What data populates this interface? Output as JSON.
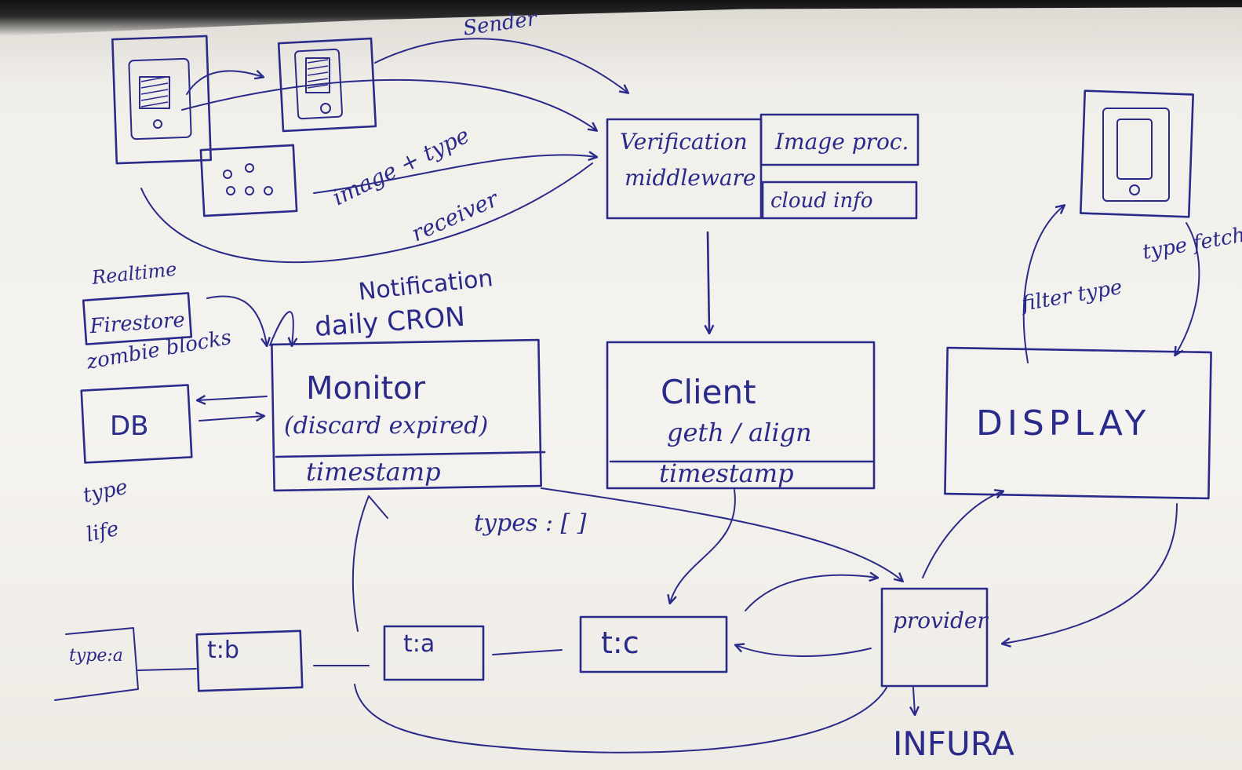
{
  "labels": {
    "sender": "Sender",
    "image_type": "image + type",
    "receiver": "receiver",
    "verification": "Verification",
    "middleware": "middleware",
    "image_proc": "Image proc.",
    "cloud_info": "cloud info",
    "realtime": "Realtime",
    "firestore": "Firestore",
    "zombie_blocks": "zombie blocks",
    "notification": "Notification",
    "daily_cron": "daily CRON",
    "monitor": "Monitor",
    "discard_expired": "(discard expired)",
    "monitor_timestamp": "timestamp",
    "db": "DB",
    "type_check": "type",
    "life_check": "life",
    "client": "Client",
    "geth_align": "geth / align",
    "client_timestamp": "timestamp",
    "display": "DISPLAY",
    "filter_type": "filter type",
    "type_fetch": "type fetch",
    "types": "types : [ ]",
    "type_a_left": "type:a",
    "tb": "t:b",
    "ta": "t:a",
    "tc": "t:c",
    "provider": "provider",
    "infura": "INFURA"
  },
  "ink_color": "#2a2a8a"
}
